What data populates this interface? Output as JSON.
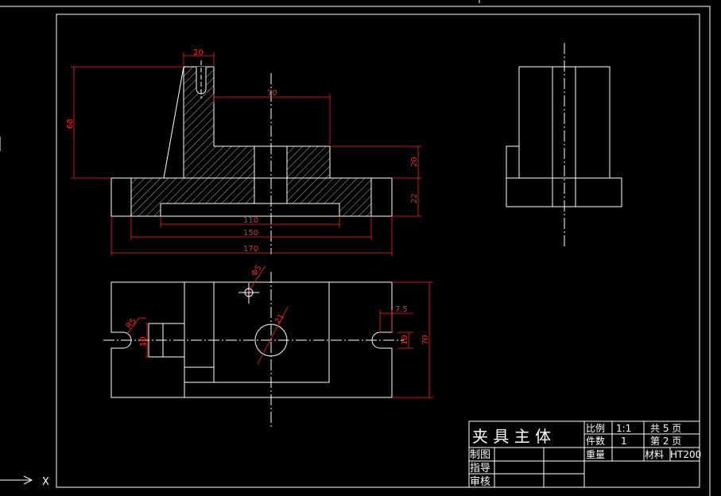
{
  "drawing": {
    "dimensions": {
      "top_width": "20",
      "center_width": "70",
      "height_68": "68",
      "height_20": "20",
      "height_22": "22",
      "width_110": "110",
      "width_150": "150",
      "width_170": "170",
      "hole_phi5": "Φ5",
      "hole_phi21": "21",
      "slot_r5": "R5",
      "slot_10": "10",
      "offset_7_5": "7.5",
      "slot_h_10": "10",
      "height_70": "70"
    },
    "ucs_axis_label": "X"
  },
  "title_block": {
    "name": "夹 具 主 体",
    "scale_label": "比例",
    "scale_value": "1:1",
    "total_pages": "共 5 页",
    "qty_label": "件数",
    "qty_value": "1",
    "page_no": "第 2 页",
    "weight_label": "重量",
    "material_label": "材料",
    "material_value": "HT200",
    "drawn_by": "制图",
    "guided_by": "指导",
    "checked_by": "审核"
  },
  "colors": {
    "background": "#000000",
    "geometry": "#ffffff",
    "dimension": "#ff2020"
  }
}
